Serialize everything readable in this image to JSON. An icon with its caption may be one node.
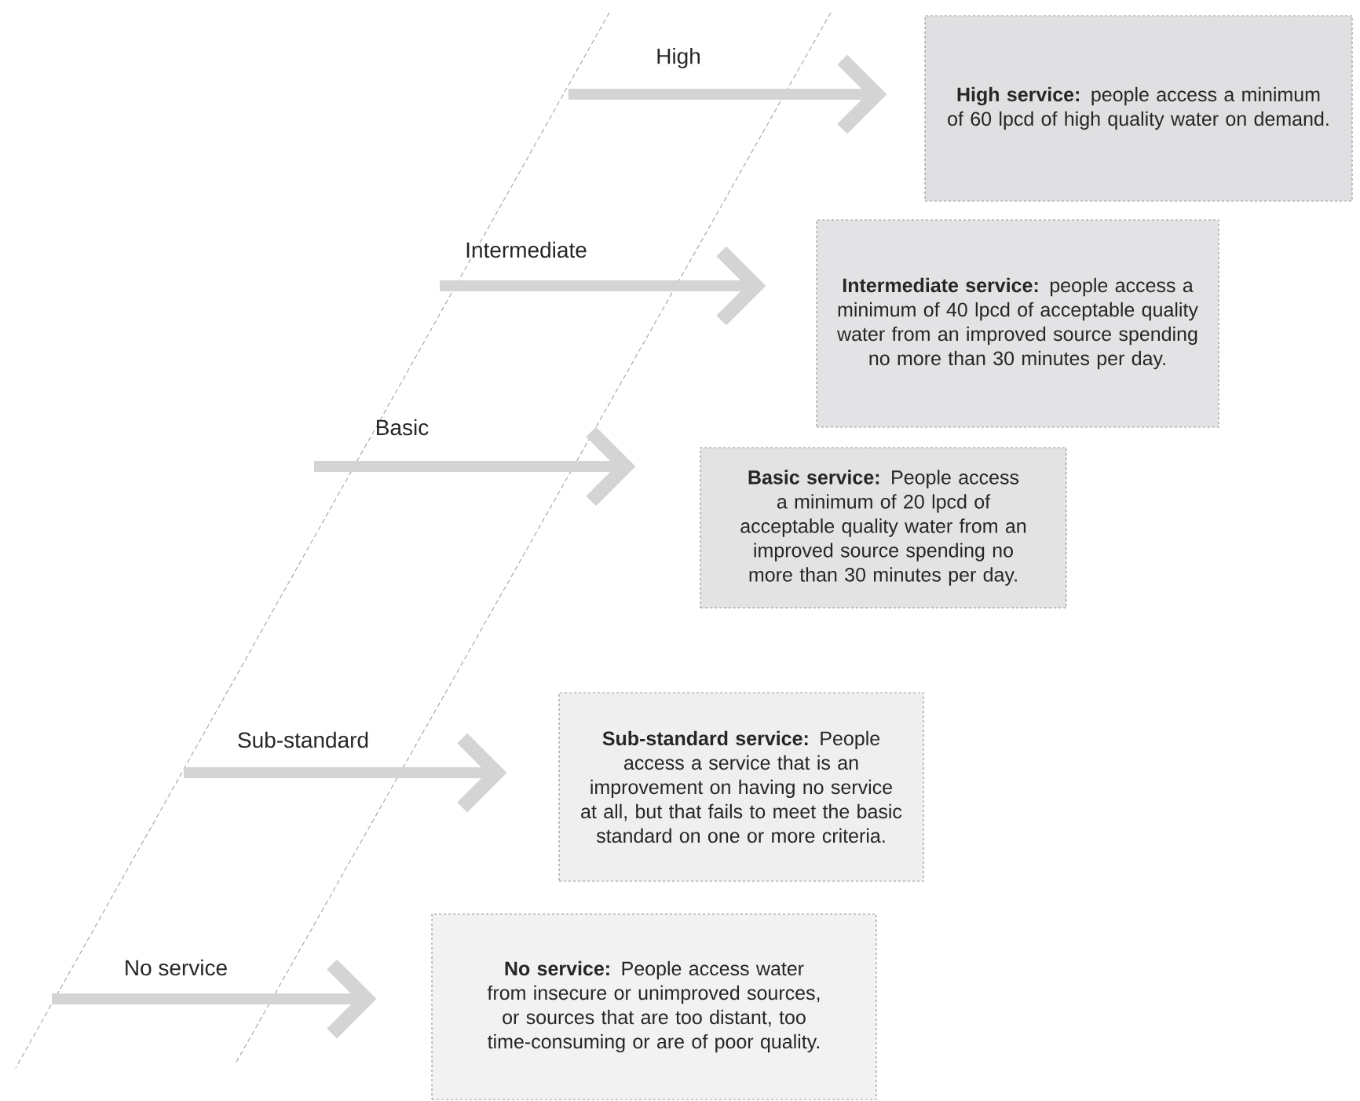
{
  "diagram": {
    "nodes": [
      {
        "text": [
          "**High service:** people access a minimum of 60 lpcd of high quality water on demand."
        ]
      },
      {
        "text": [
          "**Intermediate service:** people access a minimum of 40 lpcd of acceptable quality water from an improved source spending no more than 30 minutes per day."
        ]
      },
      {
        "text": [
          "**Basic service:** People access a minimum of 20 lpcd of acceptable quality water from an improved source spending no more than 30 minutes per day."
        ]
      },
      {
        "text": [
          "**Sub-standard service:** People access a service that is an improvement on having no service at all, but that fails to meet the basic standard on one or more criteria."
        ]
      },
      {
        "text": [
          "**No service:** People access water from insecure or unimproved sources, or sources that are too distant, too time-consuming or are of poor quality."
        ]
      }
    ],
    "edges": [
      {
        "from": null,
        "to": 0,
        "arrow": "to",
        "label": "High"
      },
      {
        "from": null,
        "to": 1,
        "arrow": "to",
        "label": "Intermediate"
      },
      {
        "from": null,
        "to": 2,
        "arrow": "to",
        "label": "Basic"
      },
      {
        "from": null,
        "to": 3,
        "arrow": "to",
        "label": "Sub-standard"
      },
      {
        "from": null,
        "to": 4,
        "arrow": "to",
        "label": "No service"
      }
    ]
  }
}
